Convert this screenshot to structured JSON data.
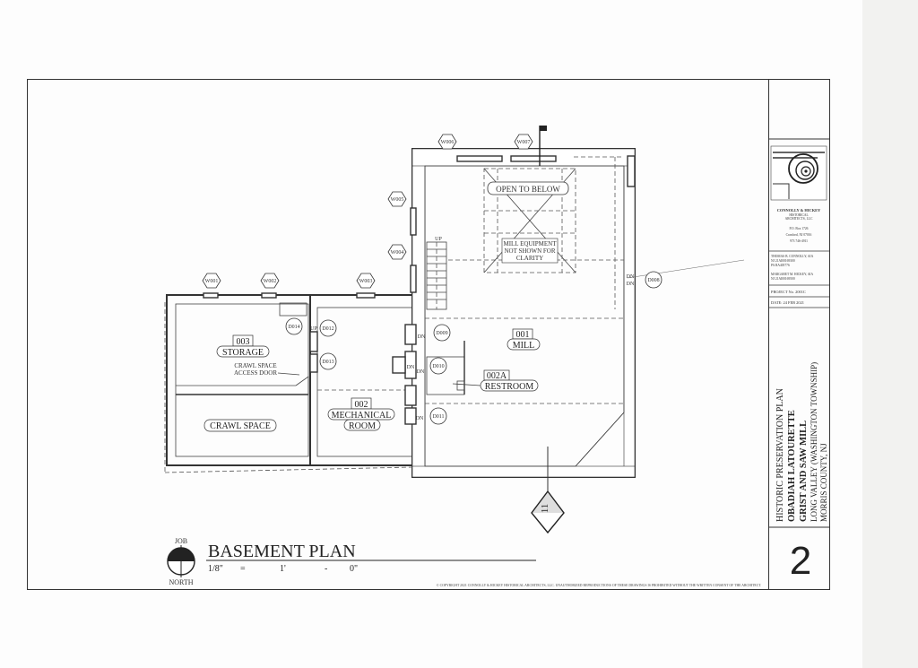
{
  "plan": {
    "title": "BASEMENT PLAN",
    "scale": [
      "1/8\"",
      "=",
      "1'",
      "-",
      "0\""
    ],
    "north_top": "JOB",
    "north_bottom": "NORTH",
    "copyright": "© COPYRIGHT 2021 CONNOLLY & HICKEY HISTORICAL ARCHITECTS, LLC.   UNAUTHORIZED REPRODUCTIONS OF THESE DRAWINGS IS PROHIBITED WITHOUT THE WRITTEN CONSENT OF THE ARCHITECT.",
    "section_marker": "11"
  },
  "windows": [
    "W001",
    "W002",
    "W003",
    "W004",
    "W005",
    "W006",
    "W007"
  ],
  "doors": [
    "D008",
    "D009",
    "D010",
    "D011",
    "D012",
    "D013",
    "D014"
  ],
  "rooms": {
    "mill": {
      "num": "001",
      "name": "MILL"
    },
    "mechanical": {
      "num": "002",
      "name1": "MECHANICAL",
      "name2": "ROOM"
    },
    "restroom": {
      "num": "002A",
      "name": "RESTROOM"
    },
    "storage": {
      "num": "003",
      "name": "STORAGE"
    },
    "crawl_space": {
      "name": "CRAWL SPACE"
    }
  },
  "notes": {
    "open_to_below": "OPEN TO BELOW",
    "equipment": [
      "MILL EQUIPMENT",
      "NOT SHOWN FOR",
      "CLARITY"
    ],
    "crawl_access": [
      "CRAWL SPACE",
      "ACCESS DOOR"
    ],
    "up": "UP",
    "dn": "DN"
  },
  "title_block": {
    "firm": "CONNOLLY & HICKEY",
    "firm_sub": [
      "HISTORICAL",
      "ARCHITECTS, LLC"
    ],
    "address": [
      "P.O. Box 1726",
      "Cranford, NJ 07016",
      "973 746-4911"
    ],
    "architect1": [
      "THOMAS B. CONNOLLY, AIA",
      "NJ   21AI00169300",
      "PA   RA405776"
    ],
    "architect2": [
      "MARGARET M. HICKEY, AIA",
      "NJ   21AI00169500"
    ],
    "project": "PROJECT No. 2001C",
    "date": "DATE: 24 FEB 2021",
    "vertical": [
      "HISTORIC PRESERVATION PLAN",
      "OBADIAH LATOURETTE",
      "GRIST AND SAW MILL",
      "LONG VALLEY (WASHINGTON TOWNSHIP)",
      "MORRIS COUNTY, NJ"
    ],
    "sheet": "2"
  }
}
